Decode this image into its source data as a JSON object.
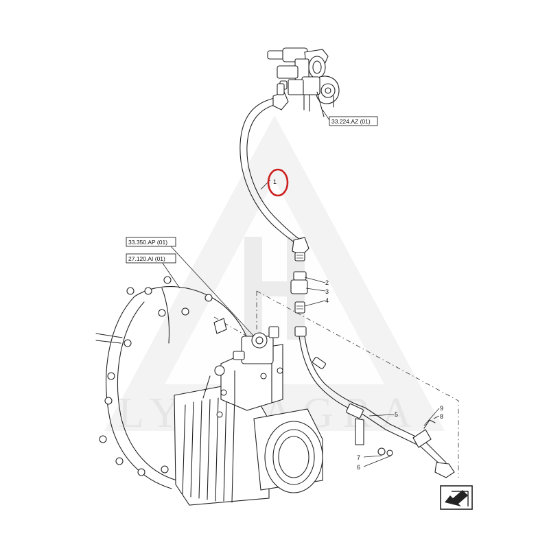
{
  "watermark": {
    "text": "LYYTAGRA",
    "color": "#e8e8e8"
  },
  "reference_labels": [
    {
      "id": "ref-33-224",
      "text": "33.224.AZ (01)"
    },
    {
      "id": "ref-33-350",
      "text": "33.350.AP (01)"
    },
    {
      "id": "ref-27-120",
      "text": "27.120.AI (01)"
    }
  ],
  "callouts": [
    "1",
    "2",
    "3",
    "4",
    "5",
    "6",
    "7",
    "8",
    "9"
  ],
  "highlight": {
    "target": "1",
    "color": "#cc1f1f"
  },
  "icons": {
    "navigation": "next-page-arrow-icon"
  }
}
